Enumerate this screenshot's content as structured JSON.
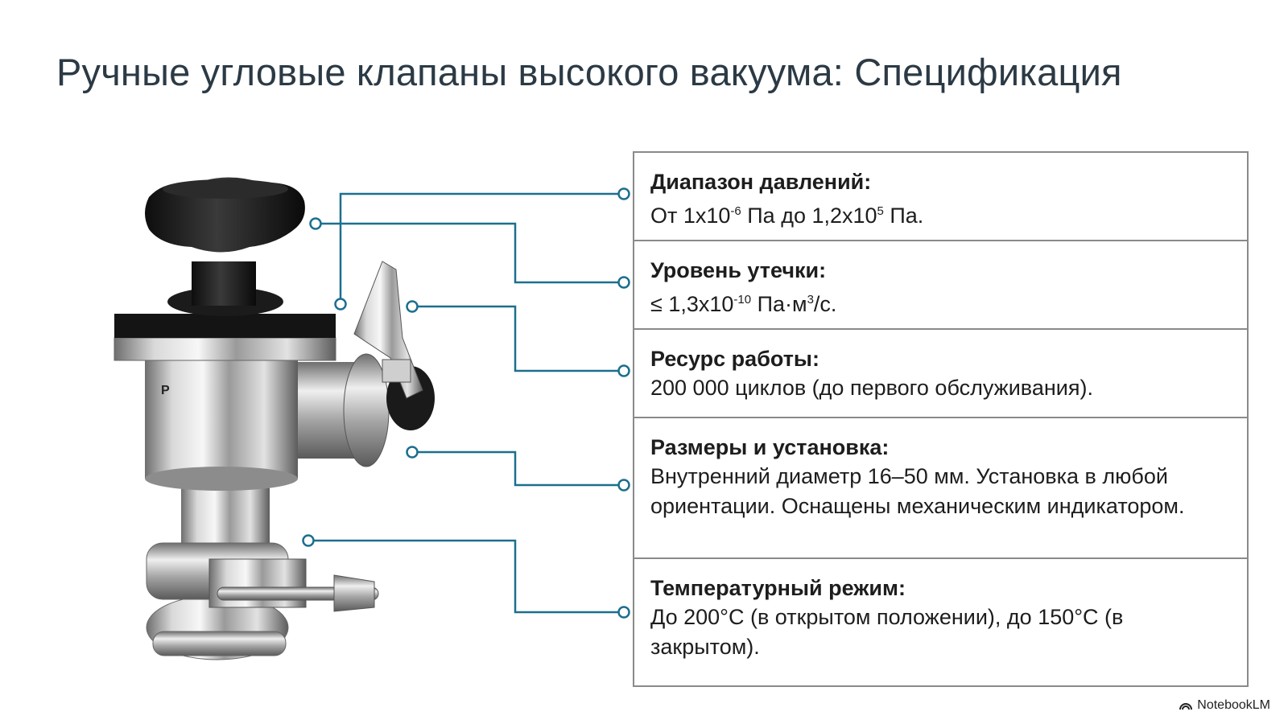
{
  "title": "Ручные угловые клапаны высокого вакуума: Спецификация",
  "specs": [
    {
      "label": "Диапазон давлений:",
      "value_parts": [
        [
          "От 1x10",
          ""
        ],
        [
          "-6",
          "sup"
        ],
        [
          " Па до 1,2x10",
          ""
        ],
        [
          "5",
          "sup"
        ],
        [
          " Па.",
          ""
        ]
      ]
    },
    {
      "label": "Уровень утечки:",
      "value_parts": [
        [
          "≤ 1,3x10",
          ""
        ],
        [
          "-10",
          "sup"
        ],
        [
          " Па·м",
          ""
        ],
        [
          "3",
          "sup"
        ],
        [
          "/с.",
          ""
        ]
      ]
    },
    {
      "label": "Ресурс работы:",
      "value": "200 000 циклов (до первого обслуживания)."
    },
    {
      "label": "Размеры и установка:",
      "value": "Внутренний диаметр 16–50 мм. Установка в любой ориентации. Оснащены механическим индикатором."
    },
    {
      "label": "Температурный режим:",
      "value": "До 200°C (в открытом положении), до 150°C (в закрытом)."
    }
  ],
  "brand": "NotebookLM",
  "colors": {
    "leader": "#1c6f8f",
    "border": "#8a8a8a",
    "title": "#2b3a45"
  }
}
